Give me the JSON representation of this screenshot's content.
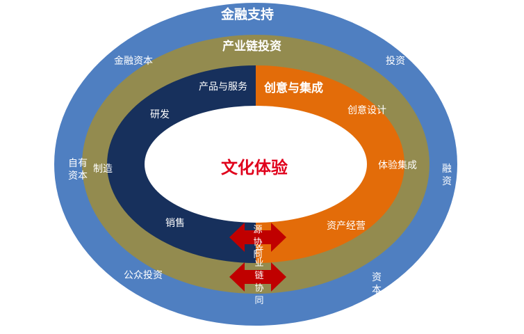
{
  "diagram": {
    "outer_ring": {
      "title": "金融支持",
      "labels": [
        "金融资本",
        "投资",
        "自有资本",
        "融资",
        "公众投资",
        "资本"
      ],
      "color": "#4f7fc1"
    },
    "middle_ring": {
      "title": "产业链投资",
      "color": "#938b4f"
    },
    "inner_left": {
      "labels": [
        "产品与服务",
        "研发",
        "制造",
        "销售"
      ],
      "color": "#17305c"
    },
    "inner_right": {
      "title": "创意与集成",
      "labels": [
        "创意设计",
        "体验集成",
        "资产经营"
      ],
      "color": "#e36c09"
    },
    "center": {
      "title": "文化体验",
      "color": "#e0001b"
    },
    "arrows": [
      {
        "label": "资源协同"
      },
      {
        "label": "产业链协同"
      }
    ],
    "arrow_color": "#c00000"
  }
}
